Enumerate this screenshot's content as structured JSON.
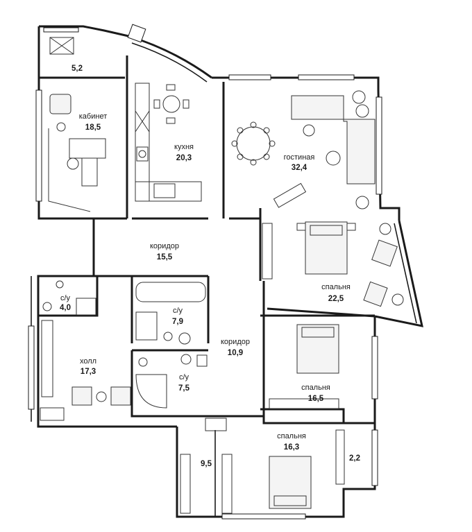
{
  "rooms": [
    {
      "id": "balcony-top",
      "name": "",
      "area": "5,2"
    },
    {
      "id": "study",
      "name": "кабинет",
      "area": "18,5"
    },
    {
      "id": "kitchen",
      "name": "кухня",
      "area": "20,3"
    },
    {
      "id": "living",
      "name": "гостиная",
      "area": "32,4"
    },
    {
      "id": "corridor-1",
      "name": "коридор",
      "area": "15,5"
    },
    {
      "id": "bedroom-1",
      "name": "спальня",
      "area": "22,5"
    },
    {
      "id": "bath-small",
      "name": "с/у",
      "area": "4,0"
    },
    {
      "id": "bath-2",
      "name": "с/у",
      "area": "7,9"
    },
    {
      "id": "corridor-2",
      "name": "коридор",
      "area": "10,9"
    },
    {
      "id": "hall",
      "name": "холл",
      "area": "17,3"
    },
    {
      "id": "bath-3",
      "name": "с/у",
      "area": "7,5"
    },
    {
      "id": "bedroom-2",
      "name": "спальня",
      "area": "16,5"
    },
    {
      "id": "bedroom-3",
      "name": "спальня",
      "area": "16,3"
    },
    {
      "id": "dressing",
      "name": "",
      "area": "9,5"
    },
    {
      "id": "balcony-right",
      "name": "",
      "area": "2,2"
    }
  ]
}
